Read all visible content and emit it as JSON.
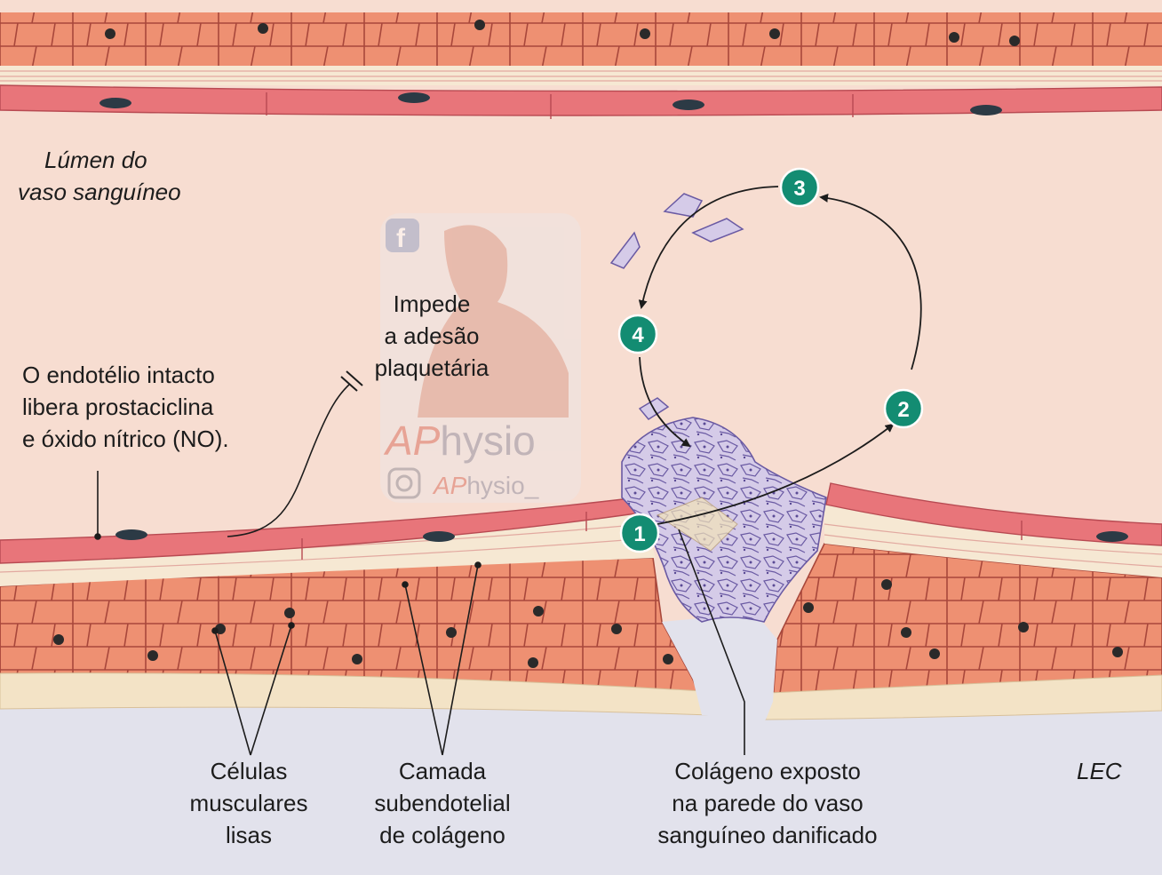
{
  "labels": {
    "lumen": [
      "Lúmen do",
      "vaso sanguíneo"
    ],
    "endothelium": [
      "O endotélio intacto",
      "libera prostaciclina",
      "e óxido nítrico (NO)."
    ],
    "prevents": [
      "Impede",
      "a adesão",
      "plaquetária"
    ],
    "smooth_muscle": [
      "Células",
      "musculares",
      "lisas"
    ],
    "subendothelial": [
      "Camada",
      "subendotelial",
      "de colágeno"
    ],
    "collagen": [
      "Colágeno exposto",
      "na parede do vaso",
      "sanguíneo danificado"
    ],
    "lec": "LEC"
  },
  "steps": [
    "1",
    "2",
    "3",
    "4"
  ],
  "watermark": {
    "brand_ap": "AP",
    "brand_rest": "hysio",
    "handle_ap": "AP",
    "handle_rest": "hysio_",
    "icons": [
      "facebook-icon",
      "instagram-icon"
    ]
  },
  "colors": {
    "lumen": "#f7ddd1",
    "lec": "#e2e2ec",
    "endothelium": "#e8757a",
    "muscle": "#ee9072",
    "collagen_band": "#f6e8d3",
    "platelet": "#cfc4e4",
    "step_badge": "#138c72"
  }
}
